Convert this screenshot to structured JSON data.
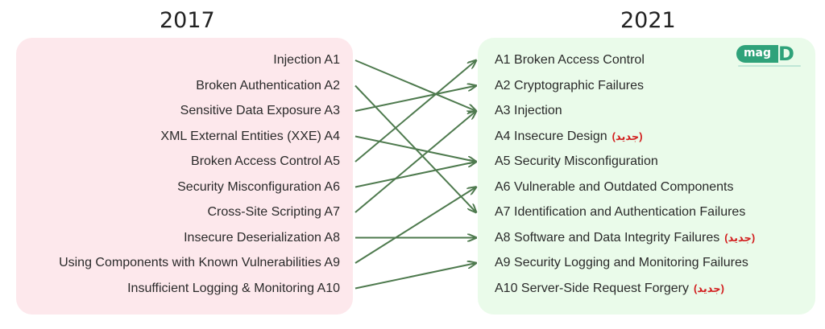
{
  "header": {
    "year_left": "2017",
    "year_right": "2021"
  },
  "left_items": [
    {
      "label": "Injection A1",
      "target": 2
    },
    {
      "label": "Broken Authentication A2",
      "target": 6
    },
    {
      "label": "Sensitive Data Exposure A3",
      "target": 1
    },
    {
      "label": "XML External Entities (XXE) A4",
      "target": 4
    },
    {
      "label": "Broken Access Control A5",
      "target": 0
    },
    {
      "label": "Security Misconfiguration A6",
      "target": 4
    },
    {
      "label": "Cross-Site Scripting A7",
      "target": 2
    },
    {
      "label": "Insecure Deserialization A8",
      "target": 7
    },
    {
      "label": "Using Components with Known Vulnerabilities A9",
      "target": 5
    },
    {
      "label": "Insufficient Logging & Monitoring A10",
      "target": 8
    }
  ],
  "right_items": [
    {
      "label": "A1 Broken Access Control",
      "badge": ""
    },
    {
      "label": "A2 Cryptographic Failures",
      "badge": ""
    },
    {
      "label": "A3 Injection",
      "badge": ""
    },
    {
      "label": "A4 Insecure Design",
      "badge": "(جدید)"
    },
    {
      "label": "A5 Security Misconfiguration",
      "badge": ""
    },
    {
      "label": "A6 Vulnerable and Outdated Components",
      "badge": ""
    },
    {
      "label": "A7 Identification and Authentication Failures",
      "badge": ""
    },
    {
      "label": "A8 Software and Data Integrity Failures",
      "badge": "(جدید)"
    },
    {
      "label": "A9 Security Logging and Monitoring Failures",
      "badge": ""
    },
    {
      "label": "A10 Server-Side Request Forgery",
      "badge": "(جدید)"
    }
  ],
  "logo": {
    "text": "mag",
    "letter": "D"
  },
  "colors": {
    "arrow": "#4e7a4e",
    "badge": "#d21f1f",
    "left_panel": "#fde8ec",
    "right_panel": "#eafbea"
  }
}
